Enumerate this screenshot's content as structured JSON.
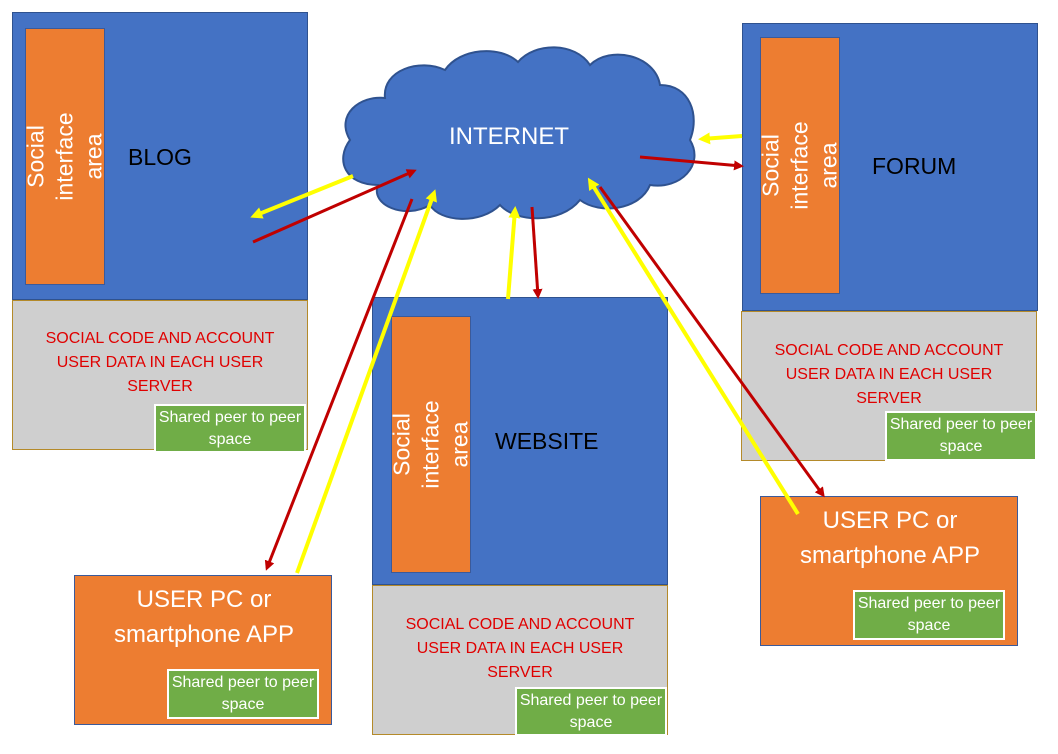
{
  "internet": {
    "label": "INTERNET"
  },
  "blog": {
    "title": "BLOG",
    "social": "Social interface area",
    "server": "SOCIAL CODE AND ACCOUNT USER DATA IN EACH USER SERVER",
    "shared": "Shared peer to peer space"
  },
  "forum": {
    "title": "FORUM",
    "social": "Social interface area",
    "server": "SOCIAL CODE AND ACCOUNT USER DATA IN EACH USER SERVER",
    "shared": "Shared peer to peer space"
  },
  "website": {
    "title": "WEBSITE",
    "social": "Social interface area",
    "server": "SOCIAL CODE AND ACCOUNT USER DATA IN EACH USER SERVER",
    "shared": "Shared peer to peer space"
  },
  "user_left": {
    "label": "USER PC or smartphone APP",
    "shared": "Shared peer to peer space"
  },
  "user_right": {
    "label": "USER PC or smartphone APP",
    "shared": "Shared peer to peer space"
  },
  "colors": {
    "box": "#4472c4",
    "social": "#ed7d31",
    "server": "#cfcfcf",
    "shared": "#70ad47",
    "arrow_red": "#c00000",
    "arrow_yellow": "#ffff00",
    "text_red": "#e00000"
  }
}
